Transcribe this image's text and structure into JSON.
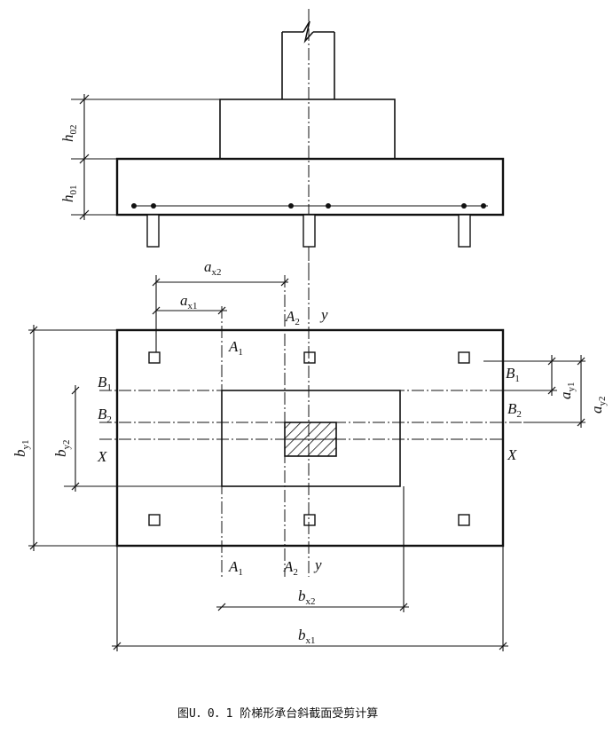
{
  "caption": "图U．0．1 阶梯形承台斜截面受剪计算",
  "labels": {
    "h02": {
      "main": "h",
      "sub": "02"
    },
    "h01": {
      "main": "h",
      "sub": "01"
    },
    "ax2": {
      "main": "a",
      "sub": "x2"
    },
    "ax1": {
      "main": "a",
      "sub": "x1"
    },
    "A2_top": {
      "main": "A",
      "sub": "2"
    },
    "y_top": "y",
    "A1_top": {
      "main": "A",
      "sub": "1"
    },
    "B1_left": {
      "main": "B",
      "sub": "1"
    },
    "B2_left": {
      "main": "B",
      "sub": "2"
    },
    "X_left": "X",
    "B1_right": {
      "main": "B",
      "sub": "1"
    },
    "B2_right": {
      "main": "B",
      "sub": "2"
    },
    "X_right": "X",
    "ay1": {
      "main": "a",
      "sub": "y1"
    },
    "ay2": {
      "main": "a",
      "sub": "y2"
    },
    "by1": {
      "main": "b",
      "sub": "y1"
    },
    "by2": {
      "main": "b",
      "sub": "y2"
    },
    "A1_bot": {
      "main": "A",
      "sub": "1"
    },
    "A2_bot": {
      "main": "A",
      "sub": "2"
    },
    "y_bot": "y",
    "bx2": {
      "main": "b",
      "sub": "x2"
    },
    "bx1": {
      "main": "b",
      "sub": "x1"
    }
  }
}
